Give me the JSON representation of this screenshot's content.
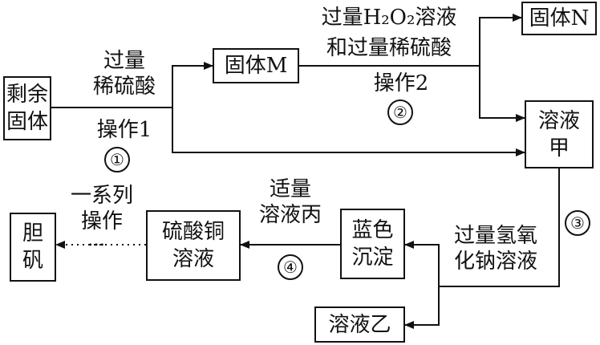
{
  "nodes": {
    "residual_solid": "剩余\n固体",
    "solid_m": "固体M",
    "solid_n": "固体N",
    "solution_jia": "溶液\n甲",
    "blue_precipitate": "蓝色\n沉淀",
    "copper_sulfate_solution": "硫酸铜\n溶液",
    "bluestone": "胆\n矾",
    "solution_yi": "溶液乙"
  },
  "edges": {
    "step1": {
      "reagent": "过量\n稀硫酸",
      "operation": "操作1",
      "number": "①"
    },
    "step2": {
      "reagent_line1": "过量H₂O₂溶液",
      "reagent_line2": "和过量稀硫酸",
      "operation": "操作2",
      "number": "②"
    },
    "step3": {
      "reagent": "过量氢氧\n化钠溶液",
      "number": "③"
    },
    "step4": {
      "reagent": "适量\n溶液丙",
      "number": "④"
    },
    "step5": {
      "operation": "一系列\n操作",
      "ellipsis": "…"
    }
  }
}
